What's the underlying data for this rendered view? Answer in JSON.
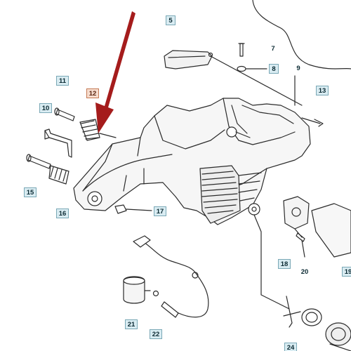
{
  "callouts": {
    "c5": "5",
    "c7": "7",
    "c8": "8",
    "c9": "9",
    "c10": "10",
    "c11": "11",
    "c12": "12",
    "c13": "13",
    "c15": "15",
    "c16": "16",
    "c17": "17",
    "c18": "18",
    "c19": "19",
    "c20": "20",
    "c21": "21",
    "c22": "22",
    "c24": "24"
  },
  "colors": {
    "line": "#2b2b2b",
    "arrow": "#a51c1c",
    "callout_fill": "#d9ecf2",
    "callout_border": "#7aa8b6",
    "highlight_fill": "#f6dccd"
  }
}
